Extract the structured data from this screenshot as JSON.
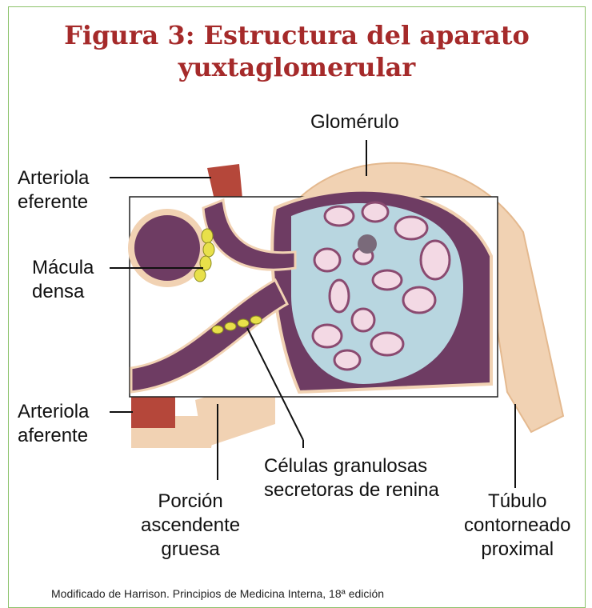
{
  "title": {
    "line1": "Figura 3: Estructura del aparato",
    "line2": "yuxtaglomerular"
  },
  "labels": {
    "glomerulo": "Glomérulo",
    "arteriola_eferente": [
      "Arteriola",
      "eferente"
    ],
    "macula_densa": [
      "Mácula",
      "densa"
    ],
    "arteriola_aferente": [
      "Arteriola",
      "aferente"
    ],
    "celulas_granulosas": [
      "Células granulosas",
      "secretoras de renina"
    ],
    "porcion_ascendente": [
      "Porción",
      "ascendente",
      "gruesa"
    ],
    "tubulo": [
      "Túbulo",
      "contorneado",
      "proximal"
    ]
  },
  "caption": "Modificado de Harrison. Principios de Medicina Interna, 18ª edición",
  "colors": {
    "title": "#a52a2a",
    "frame": "#8cc26a",
    "tissue": "#f1d2b3",
    "arteriole": "#b5473a",
    "lumen": "#6e3c63",
    "macula": "#e8e04a"
  }
}
